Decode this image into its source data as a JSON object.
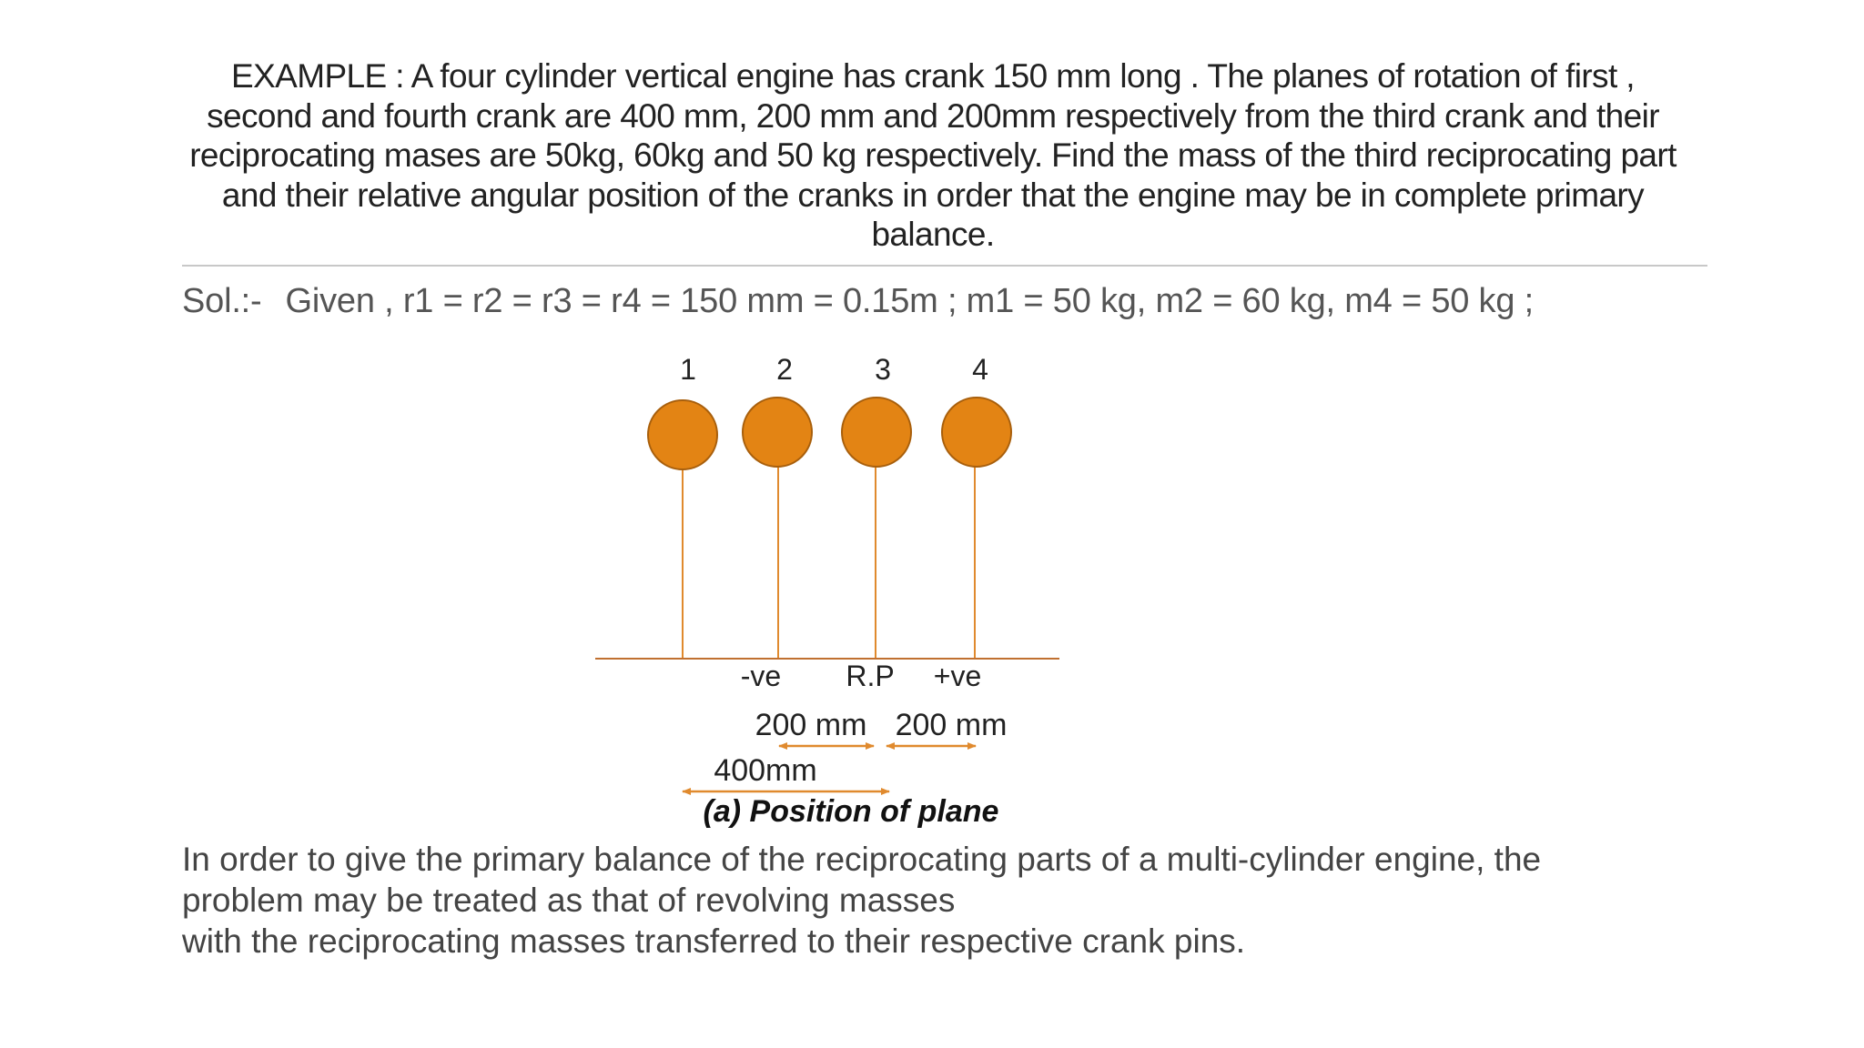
{
  "problem": {
    "lines": [
      "EXAMPLE : A four cylinder vertical engine has crank 150 mm long . The planes of rotation of first ,",
      "second and fourth crank are 400 mm, 200 mm and 200mm respectively from the third crank and their",
      "reciprocating mases are 50kg, 60kg  and 50 kg respectively. Find the mass of the third reciprocating part",
      "and their relative angular position of the cranks in order that the engine may be in complete primary",
      "balance."
    ]
  },
  "solution": {
    "label": "Sol.:-",
    "given": "Given , r1 = r2 = r3 = r4 = 150 mm = 0.15m ; m1 = 50 kg, m2 = 60 kg, m4 = 50 kg ;"
  },
  "diagram": {
    "crank_labels": [
      "1",
      "2",
      "3",
      "4"
    ],
    "neg_label": "-ve",
    "ref_label": "R.P",
    "pos_label": "+ve",
    "dim_left": "200 mm",
    "dim_right": "200 mm",
    "dim_long": "400mm",
    "caption": "(a) Position of plane",
    "colors": {
      "mass_fill": "#E38414",
      "mass_stroke": "#A85F0C",
      "line": "#E08A2E"
    }
  },
  "explanation": {
    "lines": [
      "In order to give the primary balance of the reciprocating parts of a multi-cylinder engine, the",
      "problem may be treated as that of revolving masses",
      "with the reciprocating masses transferred to their respective crank pins."
    ]
  }
}
